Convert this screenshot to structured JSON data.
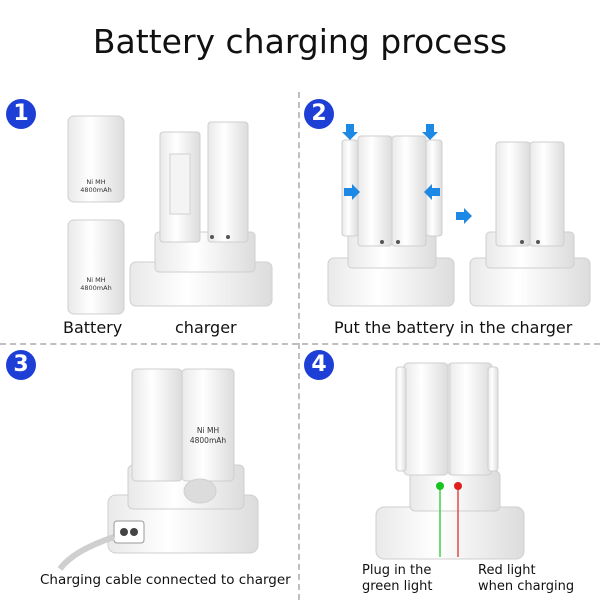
{
  "title": "Battery charging process",
  "steps": [
    {
      "number": "1",
      "labels": [
        "Battery",
        "charger"
      ]
    },
    {
      "number": "2",
      "label": "Put the battery in the charger"
    },
    {
      "number": "3",
      "label": "Charging cable connected to charger"
    },
    {
      "number": "4",
      "green_label": [
        "Plug in the",
        "green light"
      ],
      "red_label": [
        "Red light",
        "when charging"
      ]
    }
  ],
  "battery_text": [
    "Ni MH",
    "4800mAh"
  ],
  "colors": {
    "step_badge": "#1d3fd6",
    "arrow": "#1e88e5",
    "green_led": "#19c41e",
    "red_led": "#e02020"
  }
}
